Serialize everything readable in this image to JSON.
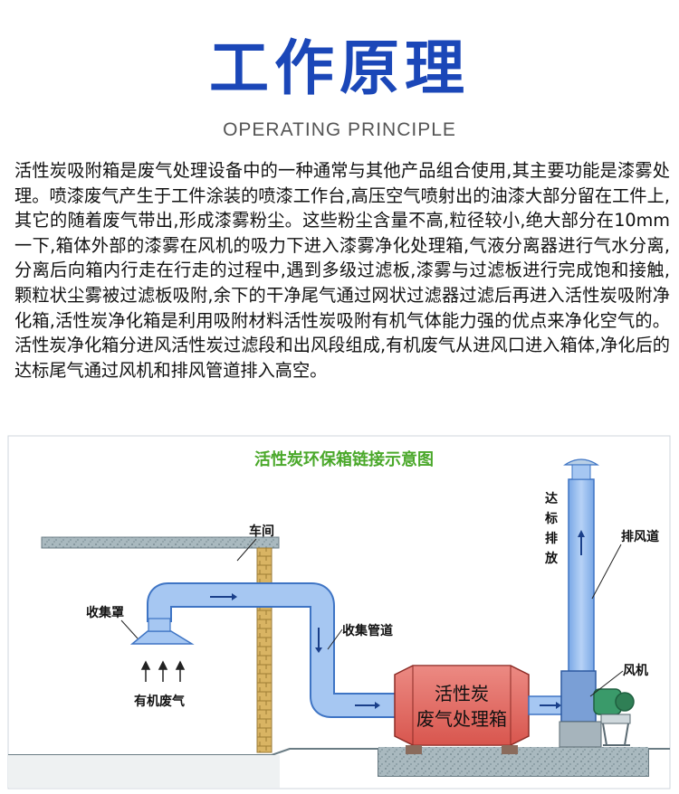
{
  "header": {
    "title_cn": "工作原理",
    "title_en": "OPERATING PRINCIPLE"
  },
  "description": "活性炭吸附箱是废气处理设备中的一种通常与其他产品组合使用,其主要功能是漆雾处理。喷漆废气产生于工件涂装的喷漆工作台,高压空气喷射出的油漆大部分留在工件上,其它的随着废气带出,形成漆雾粉尘。这些粉尘含量不高,粒径较小,绝大部分在10mm一下,箱体外部的漆雾在风机的吸力下进入漆雾净化处理箱,气液分离器进行气水分离,分离后向箱内行走在行走的过程中,遇到多级过滤板,漆雾与过滤板进行完成饱和接触,颗粒状尘雾被过滤板吸附,余下的干净尾气通过网状过滤器过滤后再进入活性炭吸附净化箱,活性炭净化箱是利用吸附材料活性炭吸附有机气体能力强的优点来净化空气的。活性炭净化箱分进风活性炭过滤段和出风段组成,有机废气从进风口进入箱体,净化后的达标尾气通过风机和排风管道排入高空。",
  "diagram": {
    "title": "活性炭环保箱链接示意图",
    "labels": {
      "workshop": "车间",
      "hood": "收集罩",
      "organic_gas": "有机废气",
      "duct": "收集管道",
      "box_line1": "活性炭",
      "box_line2": "废气处理箱",
      "fan": "风机",
      "exhaust_pipe": "排风道",
      "discharge": [
        "达",
        "标",
        "排",
        "放"
      ]
    },
    "colors": {
      "pipe": "#8cb8ee",
      "pipe_stroke": "#3e74c4",
      "box": "#e2706a",
      "title_green": "#4aa82a",
      "ground": "#9fb0b6",
      "column": "#d7b15e"
    }
  }
}
